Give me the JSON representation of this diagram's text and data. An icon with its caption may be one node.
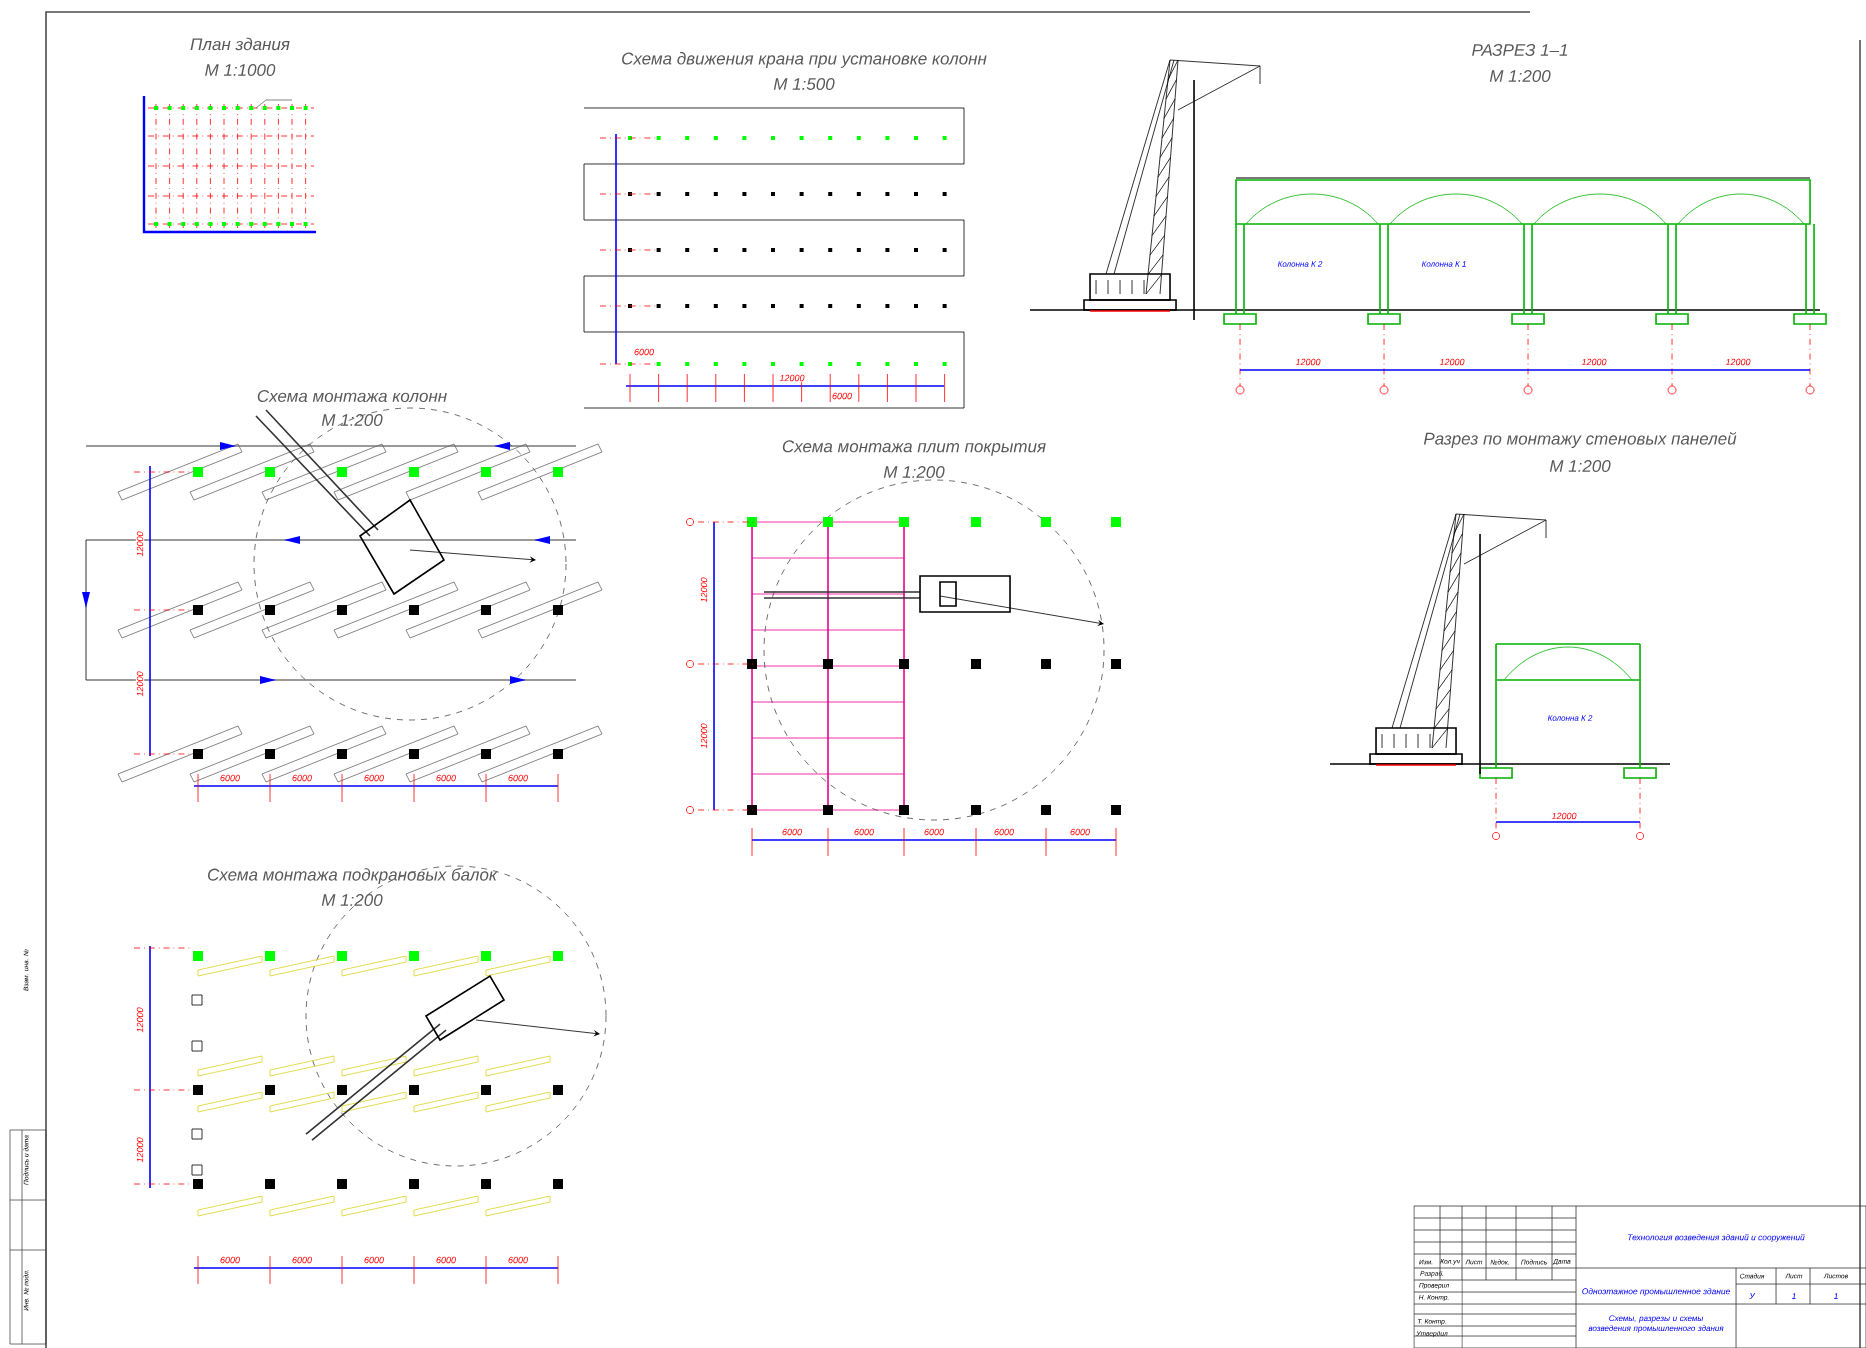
{
  "diagram": {
    "labels": [
      "План здания",
      "М 1:1000",
      "Схема движения крана при установке колонн",
      "М 1:500",
      "РАЗРЕЗ 1–1",
      "М 1:200",
      "Колонна К 2",
      "Колонна К 1",
      "12000",
      "12000",
      "12000",
      "12000",
      "Схема монтажа колонн",
      "М 1:200",
      "12000",
      "12000",
      "6000",
      "6000",
      "6000",
      "6000",
      "6000",
      "Схема монтажа плит покрытия",
      "М 1:200",
      "12000",
      "12000",
      "6000",
      "6000",
      "6000",
      "6000",
      "6000",
      "Разрез по монтажу стеновых панелей",
      "М 1:200",
      "Колонна К 2",
      "12000",
      "Схема монтажа подкрановых балок",
      "М 1:200",
      "12000",
      "12000",
      "6000",
      "6000",
      "6000",
      "6000",
      "6000",
      "6000",
      "12000",
      "6000",
      "Изм.",
      "Кол.уч",
      "Лист",
      "№док.",
      "Подпись",
      "Дата",
      "Разраб.",
      "Проверил",
      "Н. Контр.",
      "Т. Контр.",
      "Утвердил",
      "Технология возведения зданий и сооружений",
      "Одноэтажное промышленное здание",
      "Стадия",
      "Лист",
      "Листов",
      "У",
      "1",
      "1",
      "Схемы, разрезы и схемы возведения промышленного здания",
      "Взам. инв. №",
      "Подпись и дата",
      "Инв. № подл."
    ]
  }
}
